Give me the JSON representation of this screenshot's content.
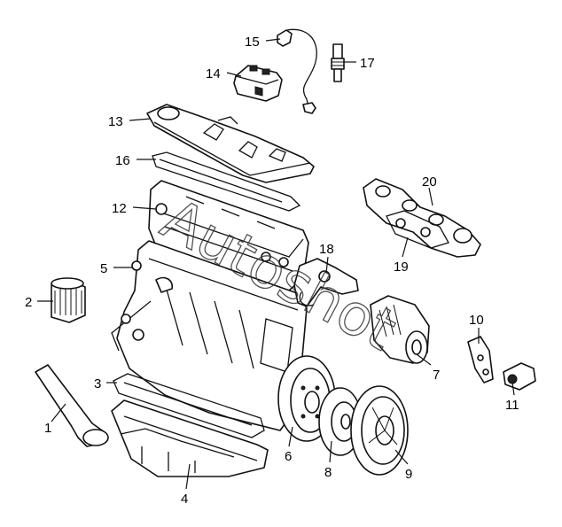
{
  "callouts": [
    {
      "id": "1",
      "text": "1"
    },
    {
      "id": "2",
      "text": "2"
    },
    {
      "id": "3",
      "text": "3"
    },
    {
      "id": "4",
      "text": "4"
    },
    {
      "id": "5",
      "text": "5"
    },
    {
      "id": "6",
      "text": "6"
    },
    {
      "id": "7",
      "text": "7"
    },
    {
      "id": "8",
      "text": "8"
    },
    {
      "id": "9",
      "text": "9"
    },
    {
      "id": "10",
      "text": "10"
    },
    {
      "id": "11",
      "text": "11"
    },
    {
      "id": "12",
      "text": "12"
    },
    {
      "id": "13",
      "text": "13"
    },
    {
      "id": "14",
      "text": "14"
    },
    {
      "id": "15",
      "text": "15"
    },
    {
      "id": "16",
      "text": "16"
    },
    {
      "id": "17",
      "text": "17"
    },
    {
      "id": "18",
      "text": "18"
    },
    {
      "id": "19",
      "text": "19"
    },
    {
      "id": "20",
      "text": "20"
    }
  ],
  "watermark": "Autoshot"
}
